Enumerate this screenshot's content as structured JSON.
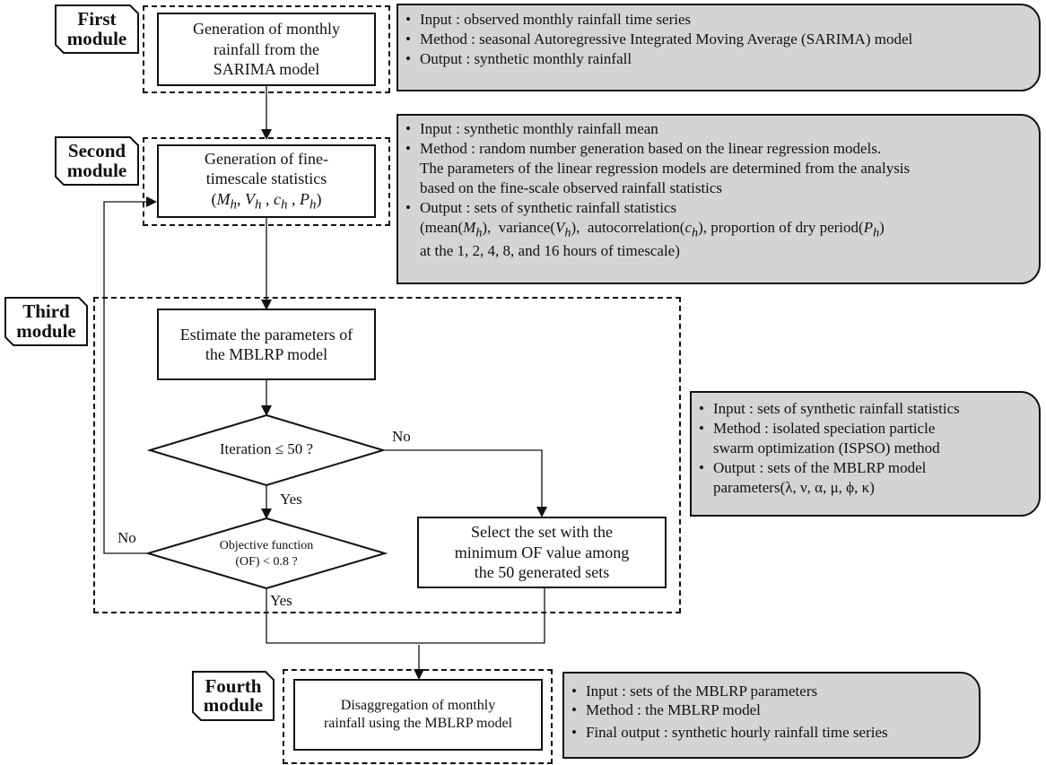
{
  "modules": [
    {
      "badge": [
        "First",
        "module"
      ],
      "process": [
        "Generation of monthly",
        "rainfall from the",
        "SARIMA  model"
      ],
      "info": [
        {
          "text": "Input :  observed monthly rainfall time series"
        },
        {
          "text": "Method : seasonal Autoregressive Integrated Moving Average (SARIMA) model"
        },
        {
          "text": "Output : synthetic  monthly rainfall"
        }
      ]
    },
    {
      "badge": [
        "Second",
        "module"
      ],
      "process": [
        "Generation of fine-",
        "timescale statistics",
        "(Mh, Vh , ch , Ph)"
      ],
      "info": [
        {
          "text": "Input : synthetic  monthly rainfall mean"
        },
        {
          "text": "Method : random  number generation based on the linear regression models.",
          "cont": [
            "The parameters of the linear  regression models are determined from the analysis",
            "based on the fine-scale observed rainfall statistics"
          ]
        },
        {
          "text": "Output : sets of synthetic rainfall statistics",
          "cont": [
            "(mean(Mh),  variance(Vh),  autocorrelation(ch), proportion of dry period(Ph)",
            "at the 1, 2, 4, 8, and 16 hours of timescale)"
          ]
        }
      ]
    },
    {
      "badge": [
        "Third",
        "module"
      ],
      "process": [
        "Estimate the parameters of",
        "the MBLRP model"
      ],
      "decision_iteration": "Iteration ≤ 50 ?",
      "decision_of": [
        "Objective function",
        "(OF) < 0.8 ?"
      ],
      "select_box": [
        "Select the set with the",
        "minimum OF value among",
        "the 50 generated sets"
      ],
      "labels": {
        "no_right": "No",
        "yes_down": "Yes",
        "no_left": "No",
        "yes_bottom": "Yes"
      },
      "info": [
        {
          "text": "Input :  sets of synthetic rainfall statistics"
        },
        {
          "text": "Method : isolated  speciation  particle",
          "cont": [
            " swarm  optimization (ISPSO) method"
          ]
        },
        {
          "text": "Output :  sets of the MBLRP model",
          "cont": [
            "parameters(λ,  ν, α, μ, ϕ, κ)"
          ]
        }
      ]
    },
    {
      "badge": [
        "Fourth",
        "module"
      ],
      "process": [
        "Disaggregation  of monthly",
        "rainfall  using the MBLRP model"
      ],
      "info": [
        {
          "text": "Input :  sets of the MBLRP parameters"
        },
        {
          "text": "Method : the MBLRP model"
        },
        {
          "text": "Final  output : synthetic  hourly rainfall time series"
        }
      ]
    }
  ]
}
